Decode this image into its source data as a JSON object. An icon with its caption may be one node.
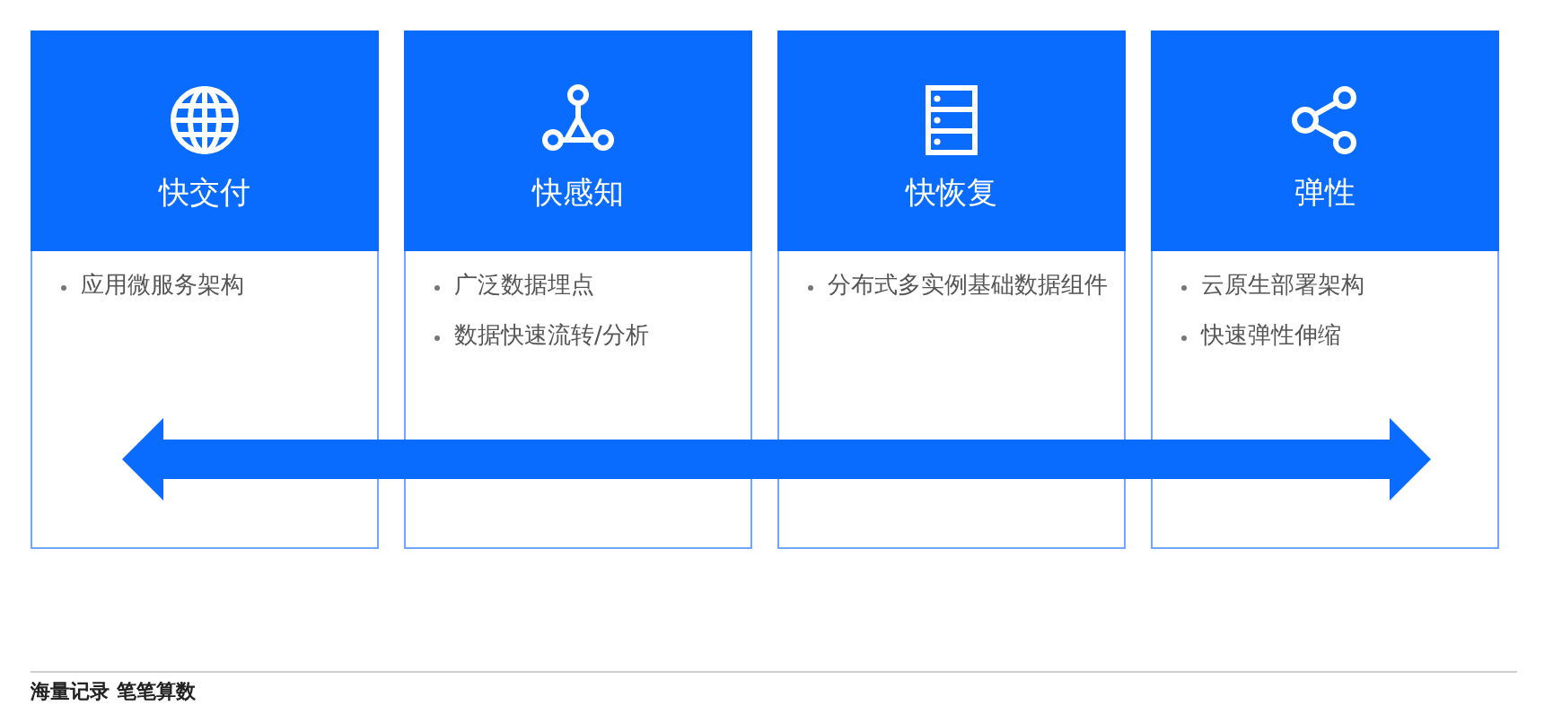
{
  "diagram": {
    "nodes": [
      {
        "text": [
          "快交付",
          "应用微服务架构"
        ]
      },
      {
        "text": [
          "快感知",
          "广泛数据埋点",
          "数据快速流转/分析"
        ]
      },
      {
        "text": [
          "快恢复",
          "分布式多实例基础数据组件"
        ]
      },
      {
        "text": [
          "弹性",
          "云原生部署架构",
          "快速弹性伸缩"
        ]
      }
    ],
    "labels": [
      "海量记录 笔笔算数"
    ]
  }
}
